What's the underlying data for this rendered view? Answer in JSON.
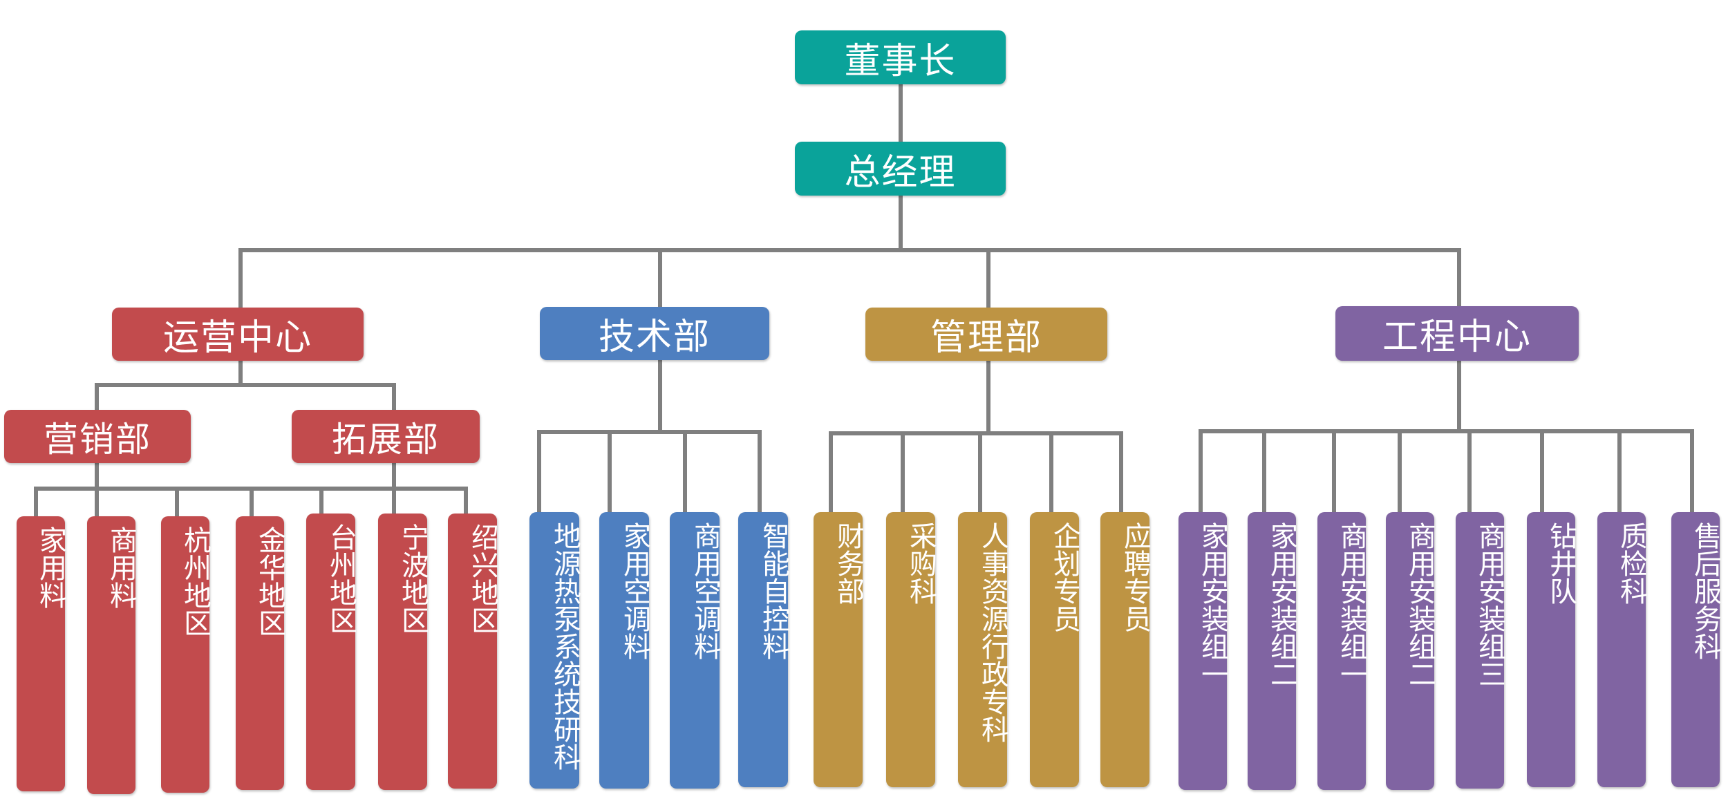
{
  "colors": {
    "teal": "#0aa39a",
    "red": "#c24b4d",
    "blue": "#4e7fc0",
    "gold": "#be9443",
    "purple": "#8064a2",
    "connector": "#7f7f7f"
  },
  "root": {
    "chairman": "董事长",
    "general_manager": "总经理"
  },
  "divisions": {
    "operations": {
      "label": "运营中心",
      "marketing": {
        "label": "营销部",
        "items": [
          "家用料",
          "商用料"
        ]
      },
      "expansion": {
        "label": "拓展部",
        "items": [
          "杭州地区",
          "金华地区",
          "台州地区",
          "宁波地区",
          "绍兴地区"
        ]
      }
    },
    "tech": {
      "label": "技术部",
      "items": [
        "地源热泵系统技研科",
        "家用空调料",
        "商用空调料",
        "智能自控料"
      ]
    },
    "management": {
      "label": "管理部",
      "items": [
        "财务部",
        "采购科",
        "人事资源行政专科",
        "企划专员",
        "应聘专员"
      ]
    },
    "engineering": {
      "label": "工程中心",
      "items": [
        "家用安装组一",
        "家用安装组二",
        "商用安装组一",
        "商用安装组二",
        "商用安装组三",
        "钻井队",
        "质检科",
        "售后服务科"
      ]
    }
  }
}
